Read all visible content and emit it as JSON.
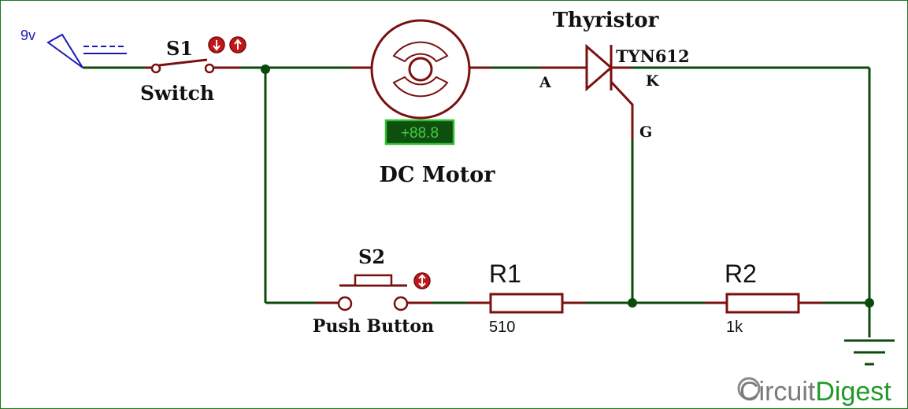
{
  "source": {
    "voltage_label": "9v"
  },
  "switch": {
    "ref": "S1",
    "name": "Switch"
  },
  "motor": {
    "name": "DC Motor",
    "readout": "+88.8"
  },
  "thyristor": {
    "name": "Thyristor",
    "part": "TYN612",
    "pin_anode": "A",
    "pin_cathode": "K",
    "pin_gate": "G"
  },
  "push_button": {
    "ref": "S2",
    "name": "Push Button"
  },
  "r1": {
    "ref": "R1",
    "value": "510"
  },
  "r2": {
    "ref": "R2",
    "value": "1k"
  },
  "brand": {
    "part1": "Circuit",
    "part2": "Digest"
  },
  "colors": {
    "wire": "#0b4a0b",
    "component": "#7a1010",
    "source": "#1a1ab4",
    "readout_bg": "#0f4f0f",
    "readout_text": "#3fcf3f"
  }
}
